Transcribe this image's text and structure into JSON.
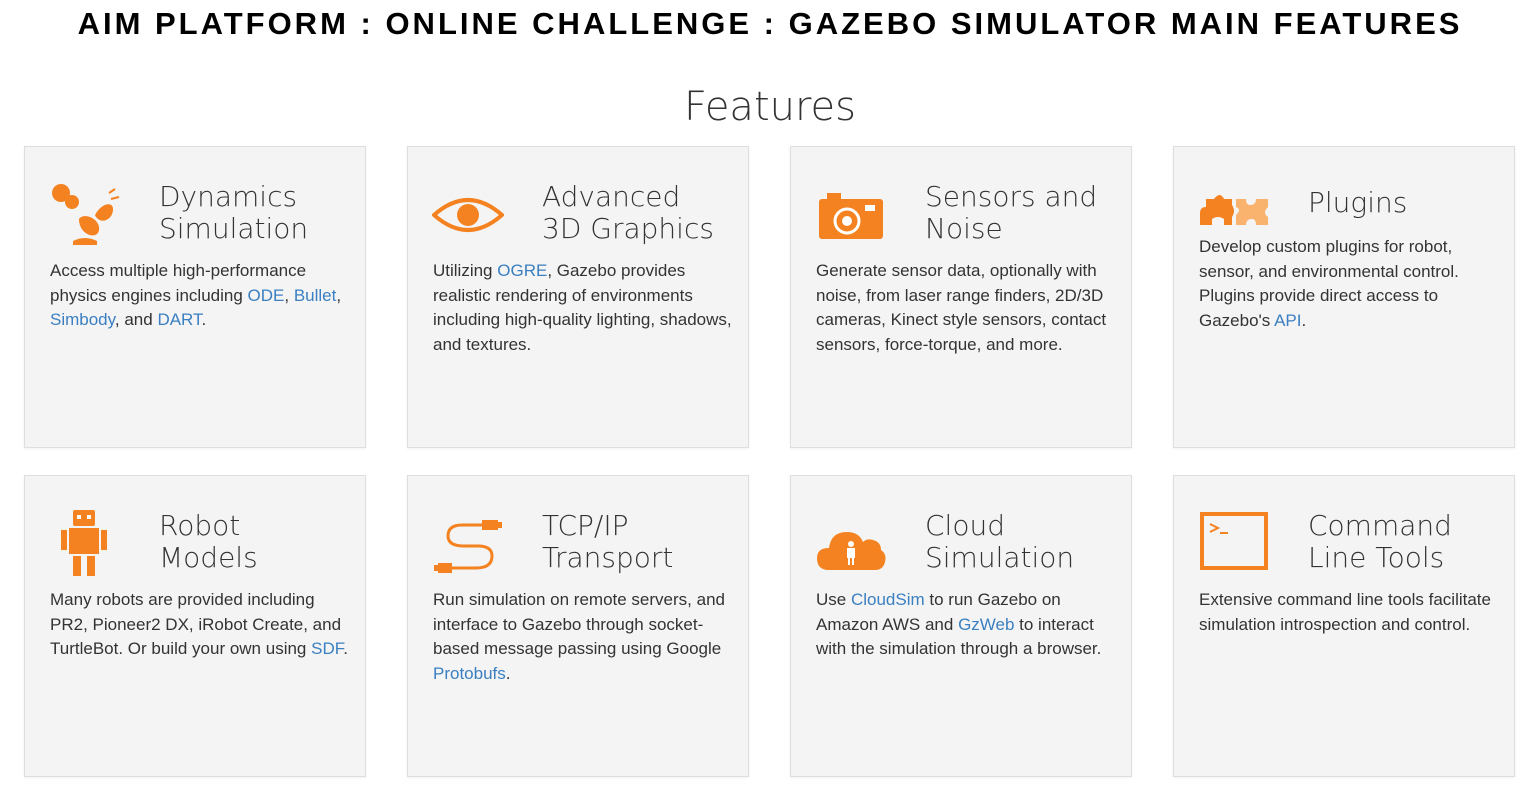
{
  "banner": "AIM PLATFORM : ONLINE CHALLENGE : GAZEBO SIMULATOR MAIN FEATURES",
  "section_title": "Features",
  "colors": {
    "accent": "#f58220",
    "link": "#3a7fc1",
    "card_bg": "#f4f4f4"
  },
  "cards": [
    {
      "icon": "dynamics-icon",
      "title": [
        "Dynamics",
        "Simulation"
      ],
      "body": [
        {
          "t": "Access multiple high-performance physics engines including "
        },
        {
          "t": "ODE",
          "link": true
        },
        {
          "t": ", "
        },
        {
          "t": "Bullet",
          "link": true
        },
        {
          "t": ", "
        },
        {
          "t": "Simbody",
          "link": true
        },
        {
          "t": ", and "
        },
        {
          "t": "DART",
          "link": true
        },
        {
          "t": "."
        }
      ]
    },
    {
      "icon": "eye-icon",
      "title": [
        "Advanced",
        "3D Graphics"
      ],
      "body": [
        {
          "t": "Utilizing "
        },
        {
          "t": "OGRE",
          "link": true
        },
        {
          "t": ", Gazebo provides realistic rendering of environments including high-quality lighting, shadows, and textures."
        }
      ]
    },
    {
      "icon": "camera-icon",
      "title": [
        "Sensors and",
        "Noise"
      ],
      "body": [
        {
          "t": "Generate sensor data, optionally with noise, from laser range finders, 2D/3D cameras, Kinect style sensors, contact sensors, force-torque, and more."
        }
      ]
    },
    {
      "icon": "puzzle-icon",
      "title": [
        "Plugins"
      ],
      "body": [
        {
          "t": "Develop custom plugins for robot, sensor, and environmental control. Plugins provide direct access to Gazebo's "
        },
        {
          "t": "API",
          "link": true
        },
        {
          "t": "."
        }
      ]
    },
    {
      "icon": "robot-icon",
      "title": [
        "Robot",
        "Models"
      ],
      "body": [
        {
          "t": "Many robots are provided including PR2, Pioneer2 DX, iRobot Create, and TurtleBot. Or build your own using "
        },
        {
          "t": "SDF",
          "link": true
        },
        {
          "t": "."
        }
      ]
    },
    {
      "icon": "cable-icon",
      "title": [
        "TCP/IP",
        "Transport"
      ],
      "body": [
        {
          "t": "Run simulation on remote servers, and interface to Gazebo through socket-based message passing using Google "
        },
        {
          "t": "Protobufs",
          "link": true
        },
        {
          "t": "."
        }
      ]
    },
    {
      "icon": "cloud-icon",
      "title": [
        "Cloud",
        "Simulation"
      ],
      "body": [
        {
          "t": "Use "
        },
        {
          "t": "CloudSim",
          "link": true
        },
        {
          "t": " to run Gazebo on Amazon AWS and "
        },
        {
          "t": "GzWeb",
          "link": true
        },
        {
          "t": " to interact with the simulation through a browser."
        }
      ]
    },
    {
      "icon": "terminal-icon",
      "title": [
        "Command",
        "Line Tools"
      ],
      "body": [
        {
          "t": "Extensive command line tools facilitate simulation introspection and control."
        }
      ]
    }
  ]
}
